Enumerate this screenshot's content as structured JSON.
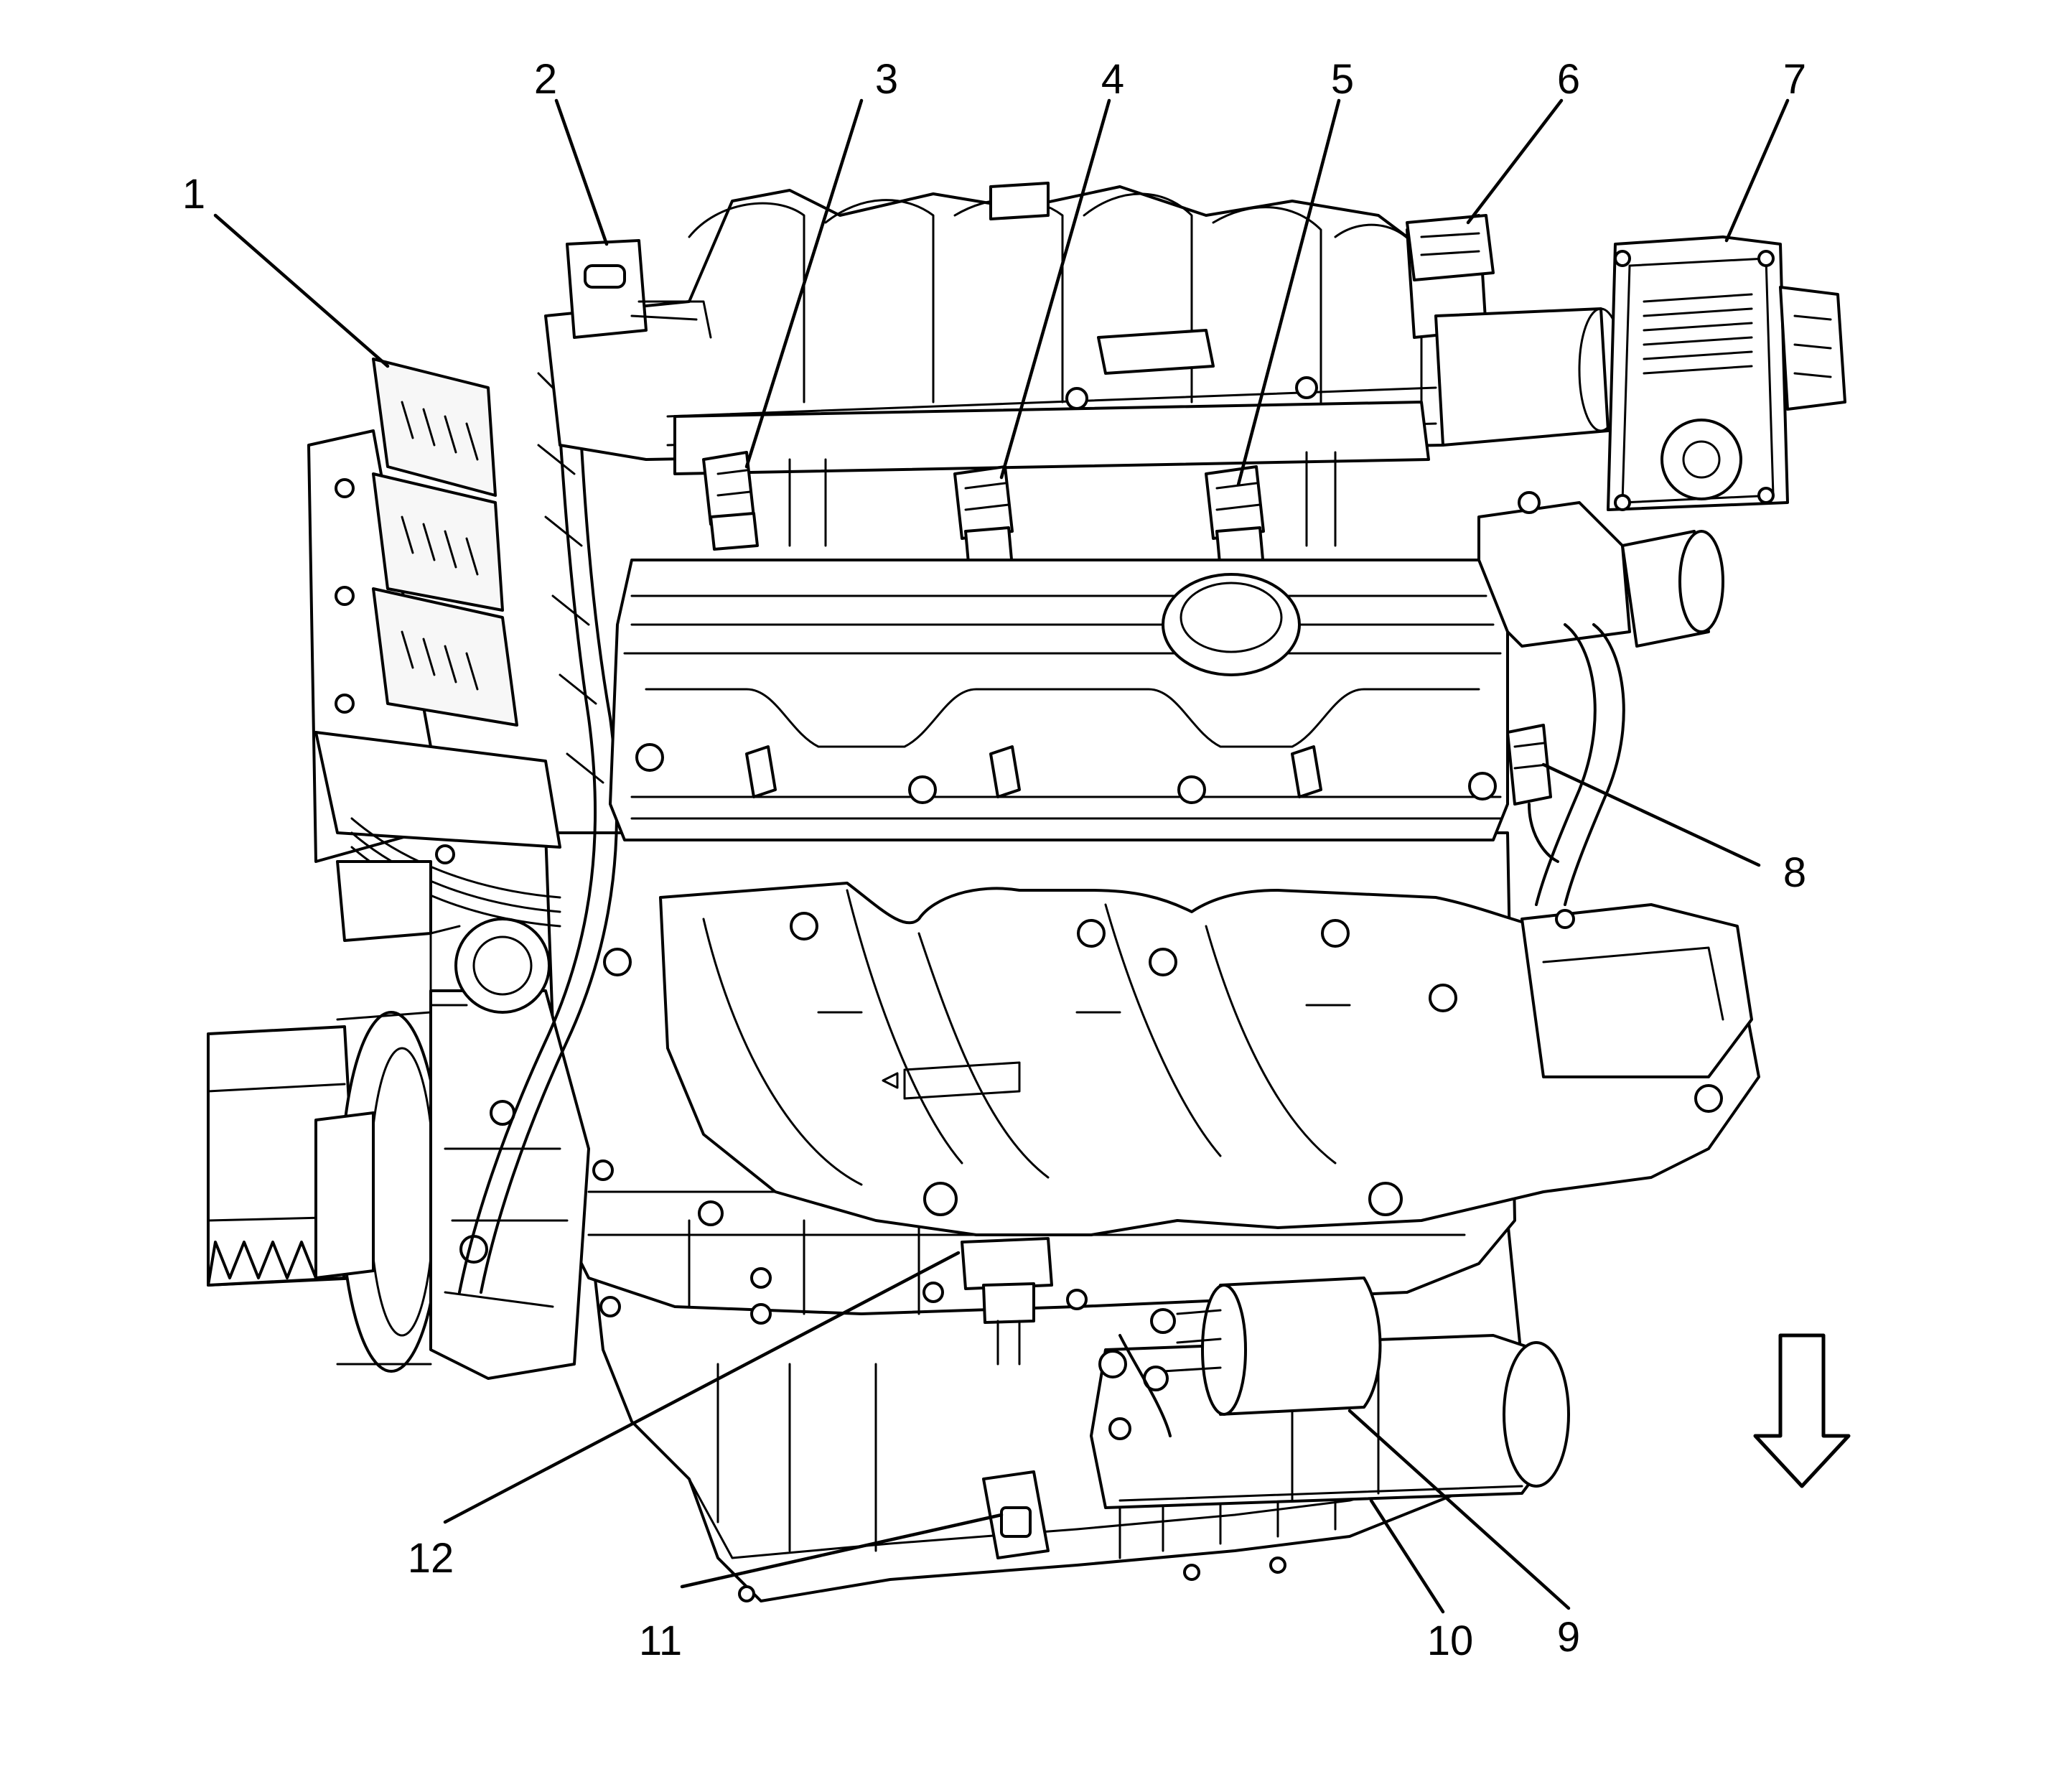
{
  "callouts": [
    {
      "id": "1",
      "label": "1"
    },
    {
      "id": "2",
      "label": "2"
    },
    {
      "id": "3",
      "label": "3"
    },
    {
      "id": "4",
      "label": "4"
    },
    {
      "id": "5",
      "label": "5"
    },
    {
      "id": "6",
      "label": "6"
    },
    {
      "id": "7",
      "label": "7"
    },
    {
      "id": "8",
      "label": "8"
    },
    {
      "id": "9",
      "label": "9"
    },
    {
      "id": "10",
      "label": "10"
    },
    {
      "id": "11",
      "label": "11"
    },
    {
      "id": "12",
      "label": "12"
    }
  ],
  "icons": {
    "direction_arrow": "arrow-down-icon"
  },
  "colors": {
    "line": "#000000",
    "background": "#ffffff"
  }
}
